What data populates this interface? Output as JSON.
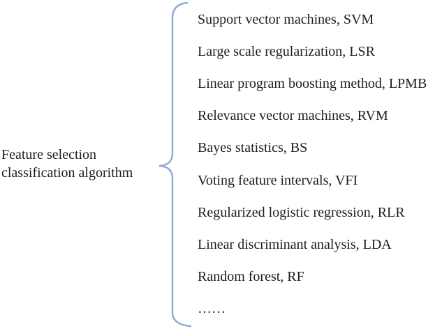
{
  "figure": {
    "label": {
      "line1": "Feature selection",
      "line2": "classification algorithm"
    }
  },
  "list": {
    "items": [
      "Support vector machines, SVM",
      "Large scale regularization, LSR",
      "Linear program boosting method, LPMB",
      "Relevance vector machines, RVM",
      "Bayes statistics, BS",
      "Voting feature intervals, VFI",
      "Regularized logistic regression, RLR",
      "Linear discriminant analysis, LDA",
      "Random forest, RF",
      "……"
    ]
  },
  "colors": {
    "brace": "#8ea9d9",
    "text": "#1d1d1d",
    "background": "#ffffff"
  }
}
